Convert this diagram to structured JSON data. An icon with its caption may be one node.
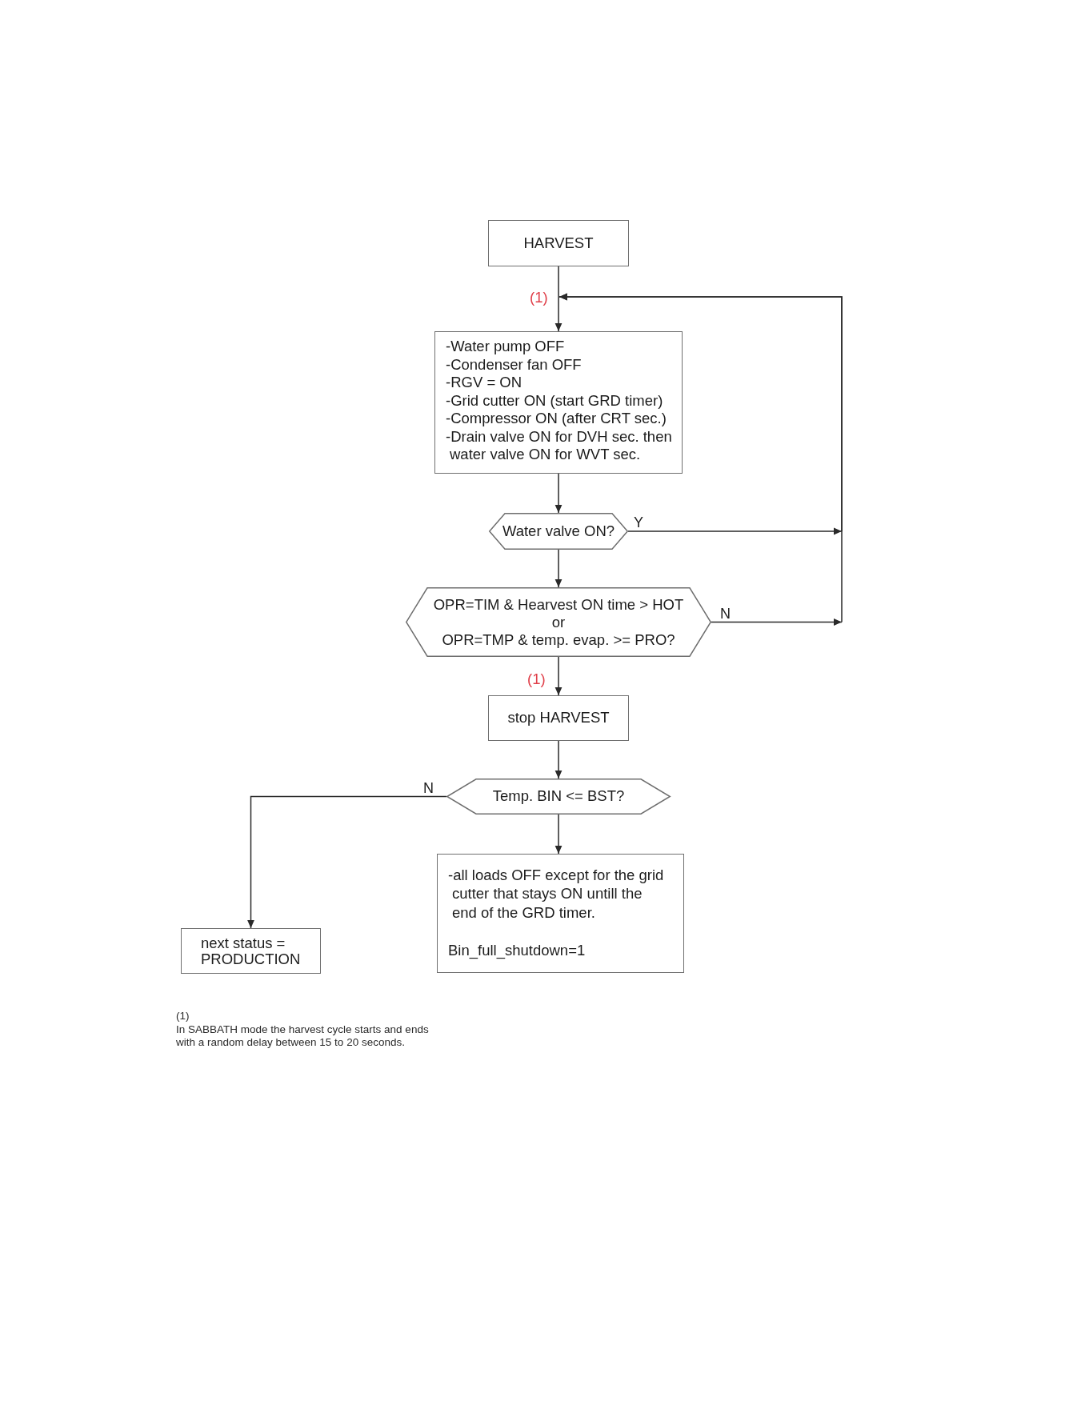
{
  "diagram": {
    "nodes": [
      {
        "text": [
          "HARVEST"
        ]
      },
      {
        "text": [
          "-Water pump OFF",
          "-Condenser fan OFF",
          "-RGV = ON",
          "-Grid cutter ON (start GRD timer)",
          "-Compressor ON (after CRT sec.)",
          "-Drain valve ON for DVH sec. then water valve ON for WVT sec."
        ]
      },
      {
        "text": [
          "Water valve ON?"
        ]
      },
      {
        "text": [
          "OPR=TIM & Hearvest ON time > HOT",
          "or",
          "OPR=TMP & temp. evap. >= PRO?"
        ]
      },
      {
        "text": [
          "stop HARVEST"
        ]
      },
      {
        "text": [
          "Temp. BIN <= BST?"
        ]
      },
      {
        "text": [
          "-all loads OFF except for the grid cutter that stays ON untill the end of the GRD timer.",
          "Bin_full_shutdown=1"
        ]
      },
      {
        "text": [
          "next status = PRODUCTION"
        ]
      }
    ],
    "edges": [
      {
        "from": 0,
        "to": 1,
        "arrow": "to"
      },
      {
        "from": 1,
        "to": 2,
        "arrow": "to"
      },
      {
        "from": 2,
        "to": 1,
        "arrow": "to",
        "label": "Y"
      },
      {
        "from": 2,
        "to": 3,
        "arrow": "to"
      },
      {
        "from": 3,
        "to": 1,
        "arrow": "to",
        "label": "N"
      },
      {
        "from": 3,
        "to": 4,
        "arrow": "to"
      },
      {
        "from": 4,
        "to": 5,
        "arrow": "to"
      },
      {
        "from": 5,
        "to": 7,
        "arrow": "to",
        "label": "N"
      },
      {
        "from": 5,
        "to": 6,
        "arrow": "to"
      }
    ],
    "labels": [
      "(1)",
      "(1)",
      "(1)",
      "In SABBATH mode the harvest cycle starts and ends with a random delay between 15 to 20 seconds."
    ]
  }
}
